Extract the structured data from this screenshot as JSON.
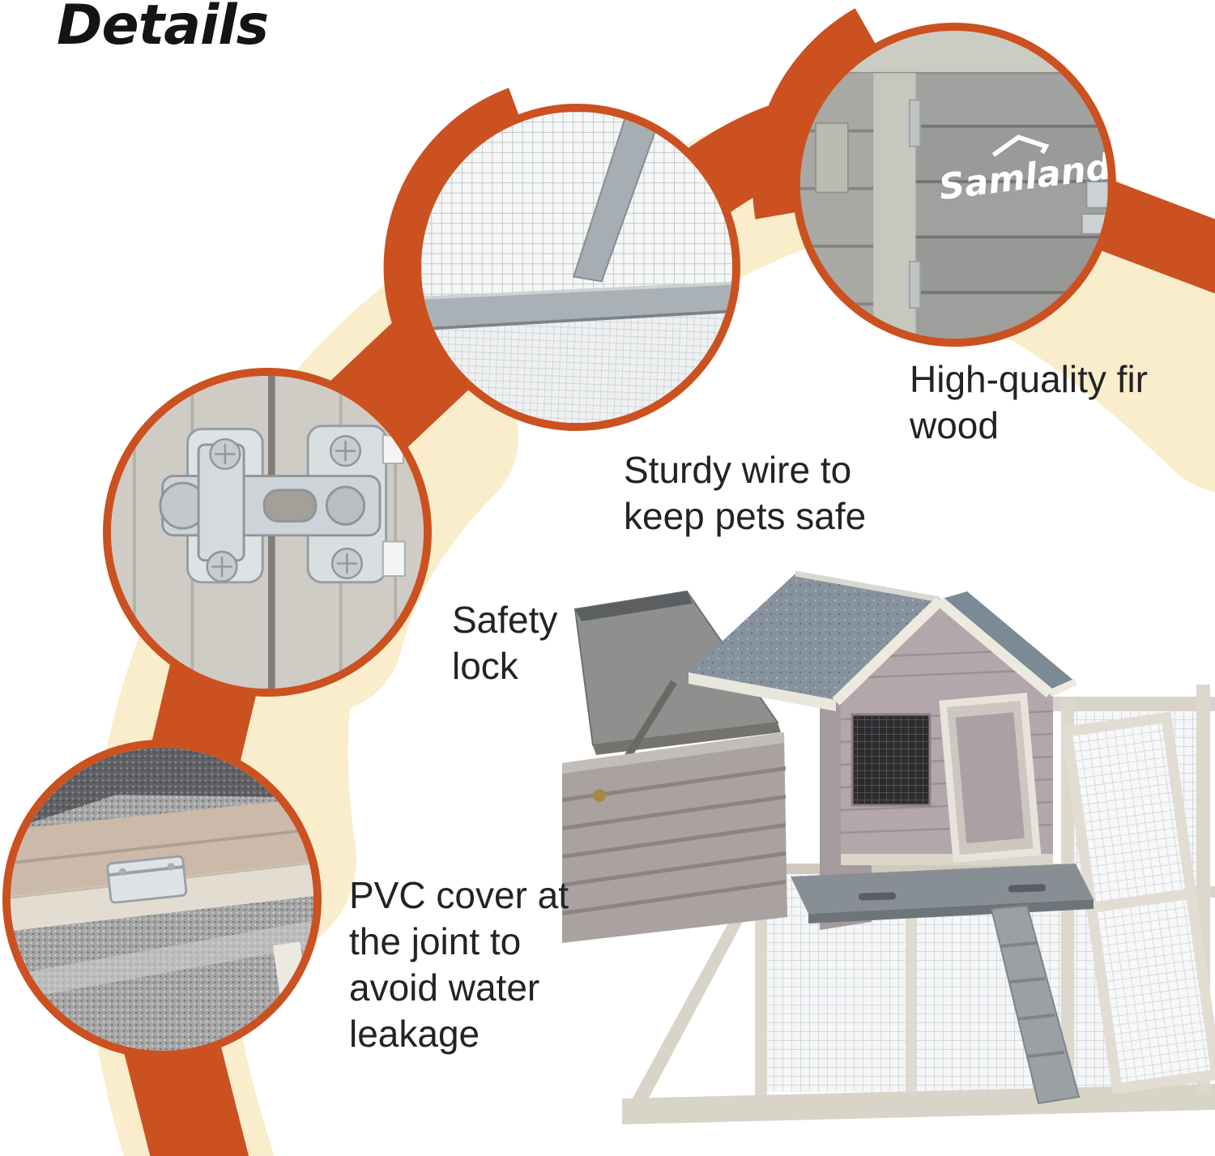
{
  "page": {
    "title": "Details"
  },
  "theme": {
    "accent_orange": "#cb5120",
    "ring_cream": "#faedcb",
    "text_color": "#202022",
    "background": "#ffffff"
  },
  "brand": {
    "logo_text": "Samland",
    "logo_icon": "roof-outline-icon"
  },
  "callouts": [
    {
      "id": "fir-wood",
      "label": "High-quality fir wood",
      "lines": [
        "High-quality fir",
        "wood"
      ],
      "photo": "fir-wood-door-with-samland-logo"
    },
    {
      "id": "sturdy-wire",
      "label": "Sturdy wire to keep pets safe",
      "lines": [
        "Sturdy wire to",
        "keep pets safe"
      ],
      "photo": "galvanized-wire-mesh-corner"
    },
    {
      "id": "safety-lock",
      "label": "Safety lock",
      "lines": [
        "Safety",
        "lock"
      ],
      "photo": "metal-safety-latch-on-doors"
    },
    {
      "id": "pvc-cover",
      "label": "PVC cover at the joint to avoid water leakage",
      "lines": [
        "PVC cover at",
        "the joint to",
        "avoid water",
        "leakage"
      ],
      "photo": "roof-joint-hinge-with-pvc-cover"
    }
  ],
  "product_photo": {
    "description": "Gray wooden chicken coop with open nesting box lid, asphalt roof, mesh window, pull-out tray, ramp and wire mesh run with open door"
  }
}
